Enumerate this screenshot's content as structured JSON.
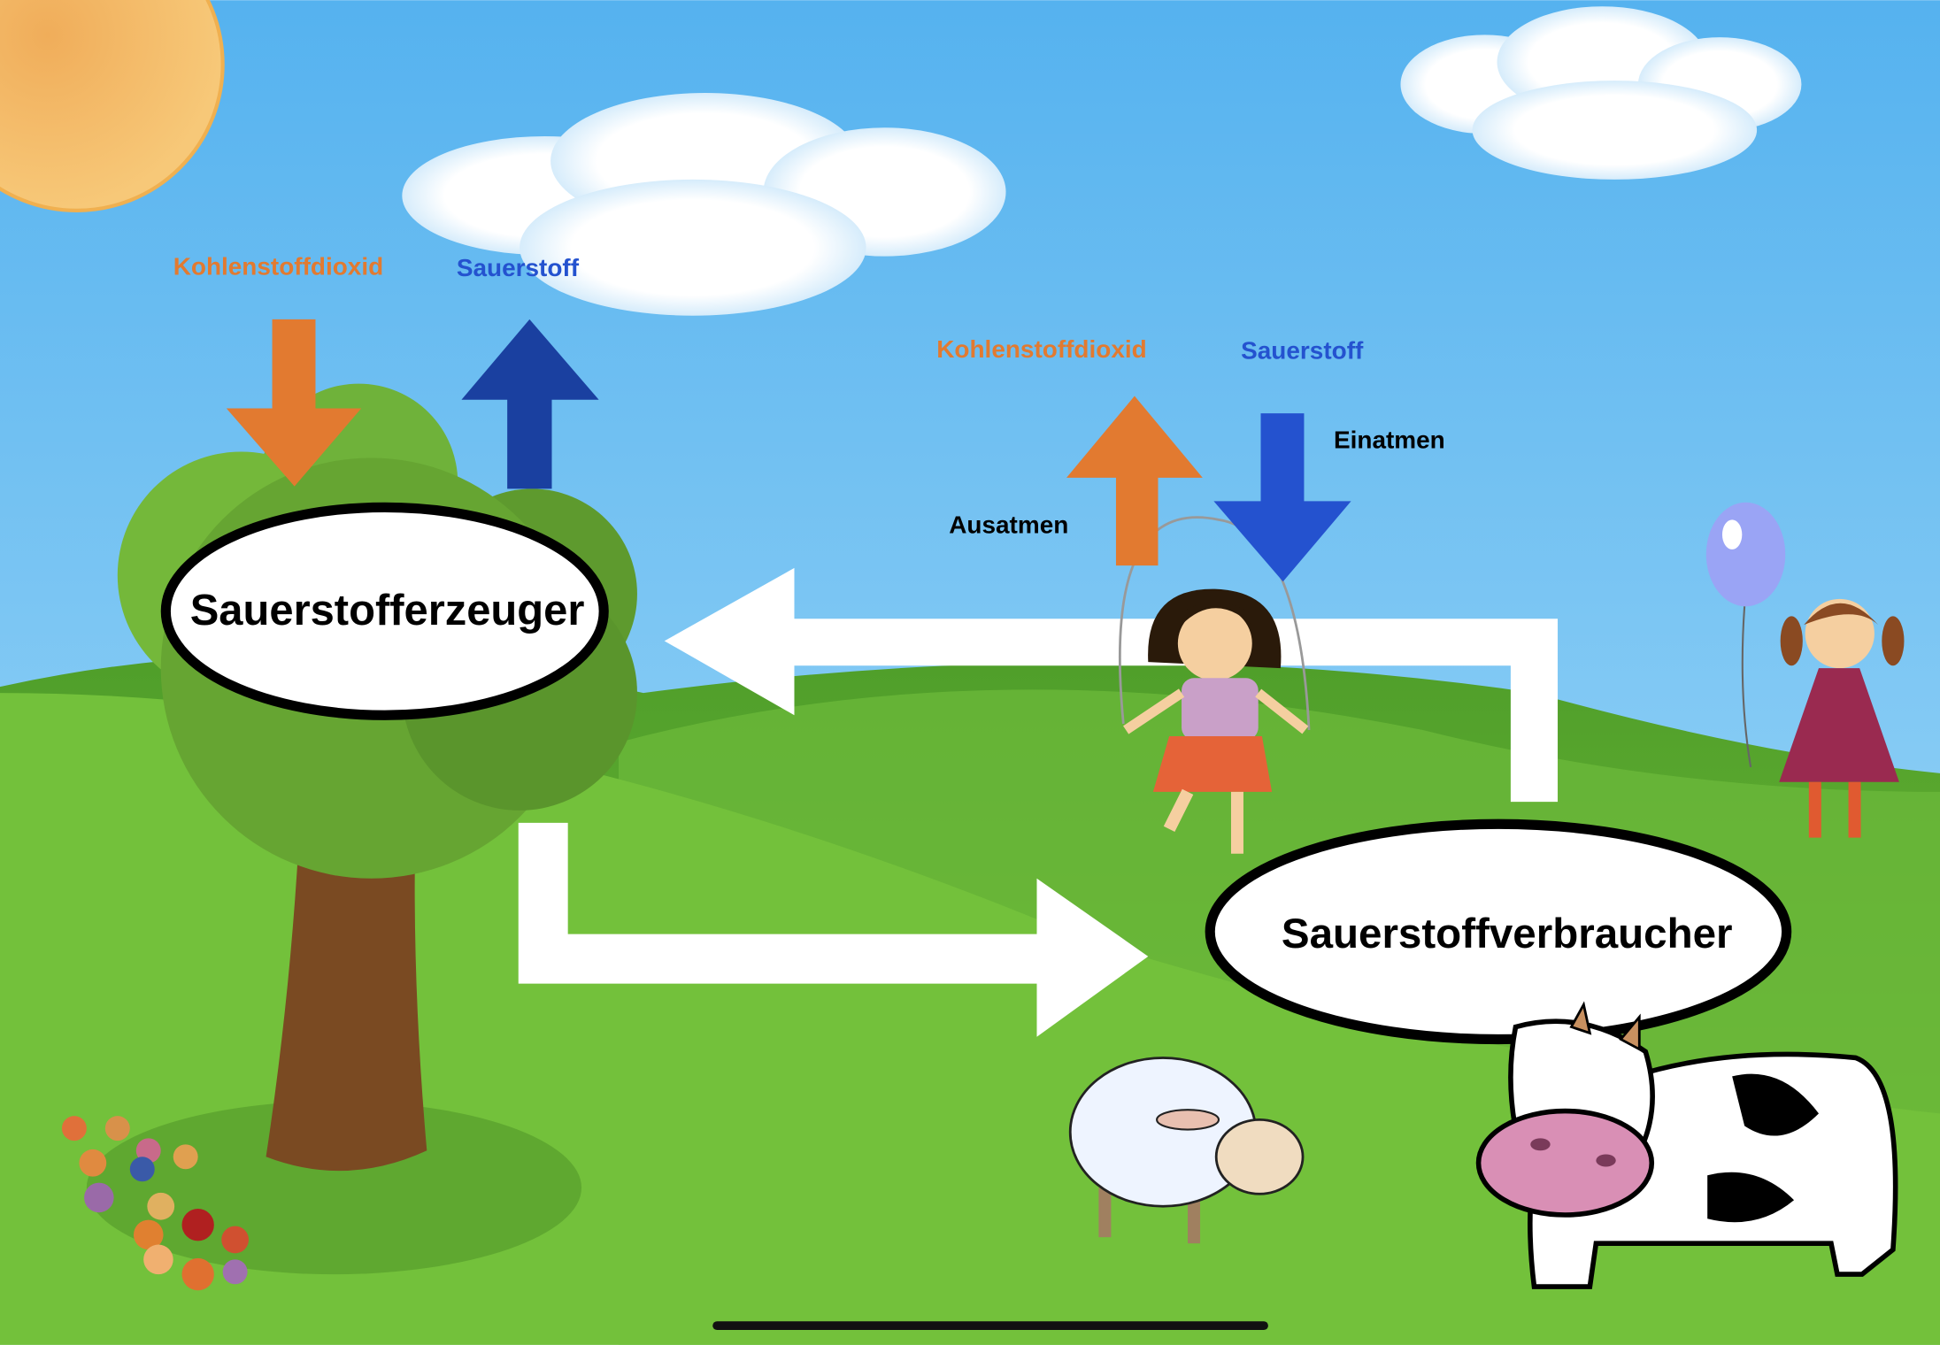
{
  "producer": {
    "label": "Sauerstofferzeuger",
    "co2_label": "Kohlenstoffdioxid",
    "o2_label": "Sauerstoff"
  },
  "consumer": {
    "label": "Sauerstoffverbraucher",
    "co2_label": "Kohlenstoffdioxid",
    "o2_label": "Sauerstoff",
    "exhale_label": "Ausatmen",
    "inhale_label": "Einatmen"
  },
  "colors": {
    "co2": "#e27a30",
    "o2_tree": "#1a40a0",
    "o2_girl": "#2452cf",
    "sky_top": "#55b2ef",
    "sky_bottom": "#a6dbf7",
    "grass": "#6cbb3a"
  }
}
